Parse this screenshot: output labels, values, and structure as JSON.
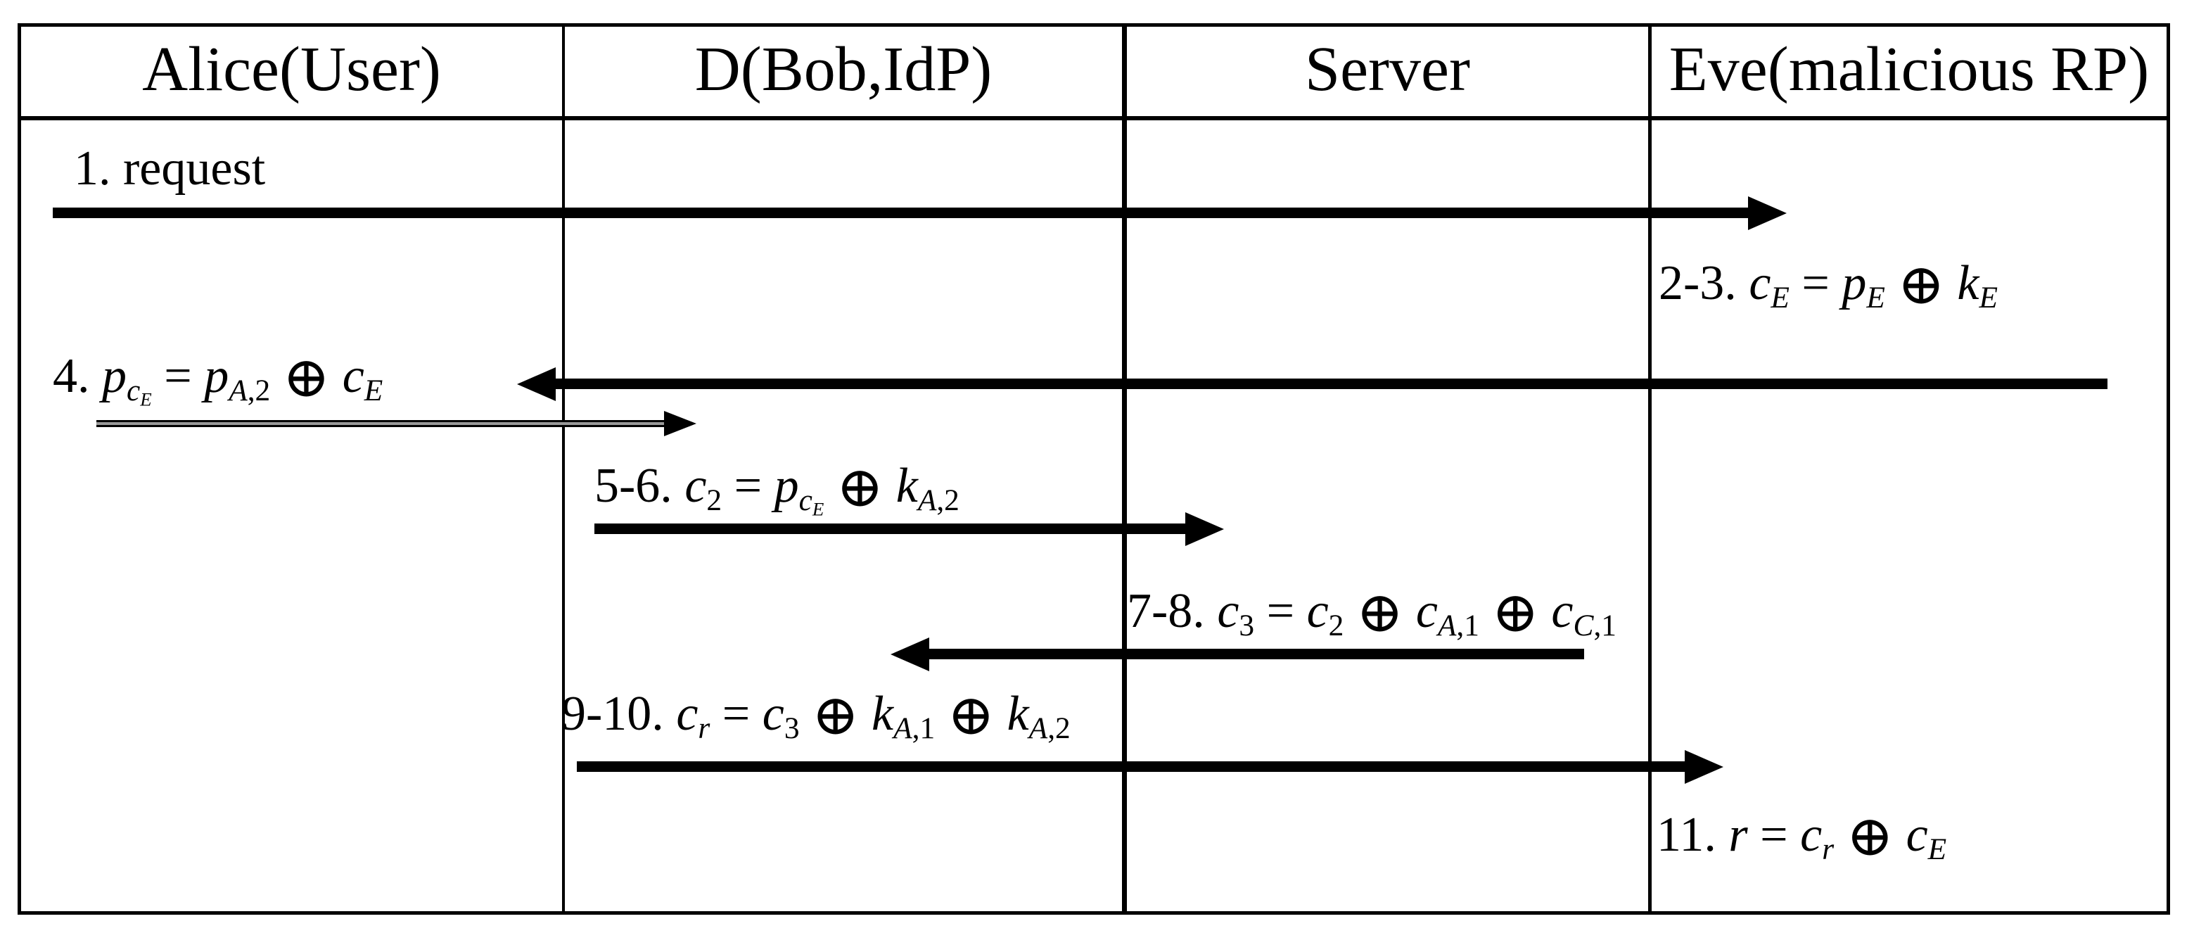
{
  "diagram": {
    "type": "protocol-sequence-diagram",
    "colors": {
      "line": "#000000",
      "background": "#ffffff",
      "redirect_arrow_fill": "#999999"
    },
    "columns": [
      {
        "label": "Alice(User)"
      },
      {
        "label": "D(Bob,IdP)"
      },
      {
        "label": "Server"
      },
      {
        "label": "Eve(malicious RP)"
      }
    ],
    "messages": [
      {
        "step": "1",
        "label": "1. request",
        "from": "Alice(User)",
        "to": "Eve(malicious RP)",
        "arrow": "solid-right"
      },
      {
        "step": "2-3",
        "label": "2-3. *c*_{*E*} = *p*_{*E*} ⊕ *k*_{*E*}",
        "at": "Eve(malicious RP)",
        "arrow": "none"
      },
      {
        "step": "4",
        "label": "4. *p*_{*c*_{*E*}} = *p*_{*A*,2} ⊕ *c*_{*E*}",
        "from": "Eve(malicious RP)",
        "to": "Alice(User)",
        "arrow": "solid-left"
      },
      {
        "step": "4-redirect",
        "label": "",
        "from": "Alice(User)",
        "to": "D(Bob,IdP)",
        "arrow": "double-line-right"
      },
      {
        "step": "5-6",
        "label": "5-6. *c*_{2} = *p*_{*c*_{*E*}} ⊕ *k*_{*A*,2}",
        "from": "D(Bob,IdP)",
        "to": "Server",
        "arrow": "solid-right"
      },
      {
        "step": "7-8",
        "label": "7-8. *c*_{3} = *c*_{2} ⊕ *c*_{*A*,1} ⊕ *c*_{*C*,1}",
        "from": "Server",
        "to": "D(Bob,IdP)",
        "arrow": "solid-left"
      },
      {
        "step": "9-10",
        "label": "9-10. *c*_{*r*} = *c*_{3} ⊕ *k*_{*A*,1} ⊕ *k*_{*A*,2}",
        "from": "D(Bob,IdP)",
        "to": "Eve(malicious RP)",
        "arrow": "solid-right"
      },
      {
        "step": "11",
        "label": "11. *r* = *c*_{*r*} ⊕ *c*_{*E*}",
        "at": "Eve(malicious RP)",
        "arrow": "none"
      }
    ]
  }
}
